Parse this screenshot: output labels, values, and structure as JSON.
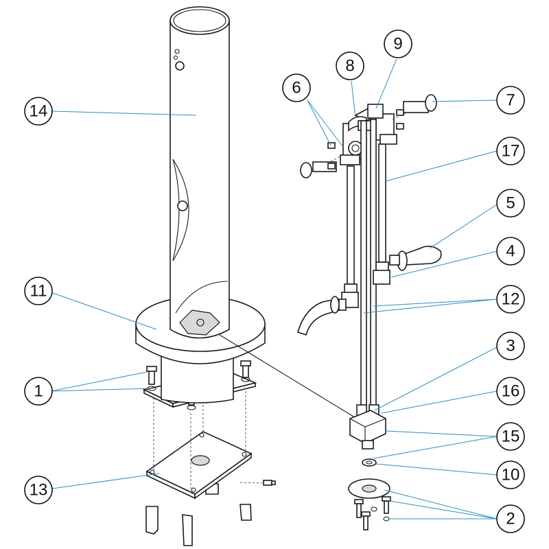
{
  "colors": {
    "leader": "#2b8fbf",
    "outline": "#1a1a1a",
    "shade": "#d9d9d9"
  },
  "callouts": [
    {
      "id": "14",
      "label": "14"
    },
    {
      "id": "11",
      "label": "11"
    },
    {
      "id": "1",
      "label": "1"
    },
    {
      "id": "13",
      "label": "13"
    },
    {
      "id": "6",
      "label": "6"
    },
    {
      "id": "8",
      "label": "8"
    },
    {
      "id": "9",
      "label": "9"
    },
    {
      "id": "7",
      "label": "7"
    },
    {
      "id": "17",
      "label": "17"
    },
    {
      "id": "5",
      "label": "5"
    },
    {
      "id": "4",
      "label": "4"
    },
    {
      "id": "12",
      "label": "12"
    },
    {
      "id": "3",
      "label": "3"
    },
    {
      "id": "16",
      "label": "16"
    },
    {
      "id": "15",
      "label": "15"
    },
    {
      "id": "10",
      "label": "10"
    },
    {
      "id": "2",
      "label": "2"
    }
  ]
}
